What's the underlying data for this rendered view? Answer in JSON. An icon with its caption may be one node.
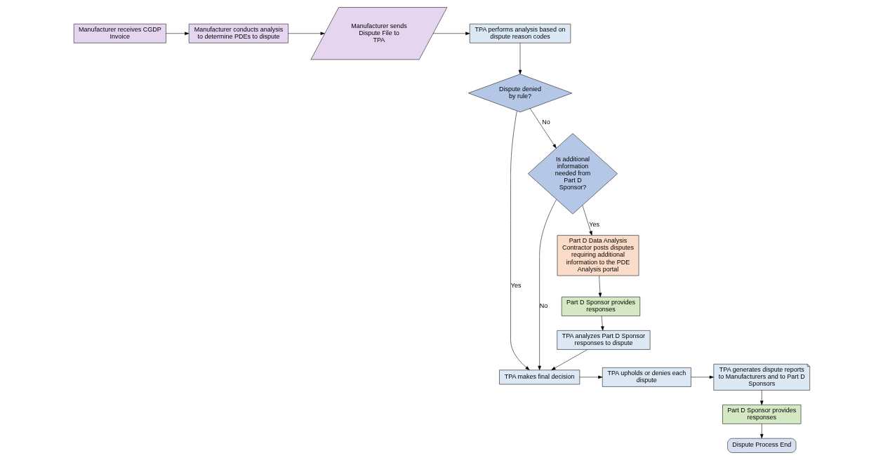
{
  "diagram": {
    "nodes": [
      {
        "text": [
          "Manufacturer receives CGDP Invoice"
        ]
      },
      {
        "text": [
          "Manufacturer conducts analysis to determine PDEs to dispute"
        ]
      },
      {
        "text": [
          "Manufacturer sends Dispute File to TPA"
        ]
      },
      {
        "text": [
          "TPA performs analysis based on dispute reason codes"
        ]
      },
      {
        "text": [
          "Dispute denied by rule?"
        ]
      },
      {
        "text": [
          "TPA makes final decision"
        ]
      },
      {
        "text": [
          "TPA upholds or denies each dispute"
        ]
      },
      {
        "text": [
          "TPA generates dispute reports to Manufacturers and to Part D Sponsors"
        ]
      },
      {
        "text": [
          "TPA analyzes Part D Sponsor responses to dispute"
        ]
      },
      {
        "text": [
          "Is additional information needed from Part D Sponsor?"
        ]
      },
      {
        "text": [
          "Part D Sponsor provides responses"
        ]
      },
      {
        "text": [
          "Part D Sponsor provides responses"
        ]
      },
      {
        "text": [
          "Part D Data Analysis Contractor posts disputes requiring additional information to the PDE Analysis portal"
        ]
      },
      {
        "text": [
          "Dispute Process End"
        ]
      }
    ],
    "edges": [
      {
        "from": 0,
        "to": 1,
        "arrow": "to"
      },
      {
        "from": 1,
        "to": 2,
        "arrow": "to"
      },
      {
        "from": 2,
        "to": 3,
        "arrow": "to"
      },
      {
        "from": 3,
        "to": 4,
        "arrow": "to"
      },
      {
        "from": 4,
        "to": 5,
        "arrow": "to",
        "label": "Yes"
      },
      {
        "from": 4,
        "to": 9,
        "arrow": "to",
        "label": "No"
      },
      {
        "from": 9,
        "to": 5,
        "arrow": "to",
        "label": "No"
      },
      {
        "from": 9,
        "to": 12,
        "arrow": "to",
        "label": "Yes"
      },
      {
        "from": 12,
        "to": 11,
        "arrow": "to"
      },
      {
        "from": 11,
        "to": 8,
        "arrow": "to"
      },
      {
        "from": 8,
        "to": 5,
        "arrow": "to"
      },
      {
        "from": 5,
        "to": 6,
        "arrow": "to"
      },
      {
        "from": 6,
        "to": 7,
        "arrow": "to"
      },
      {
        "from": 7,
        "to": 10,
        "arrow": "to"
      },
      {
        "from": 10,
        "to": 13,
        "arrow": "to"
      }
    ]
  }
}
